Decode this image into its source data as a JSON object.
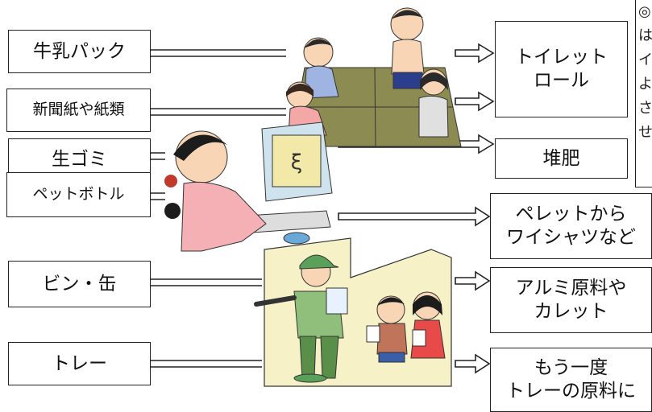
{
  "sources": [
    {
      "label": "牛乳パック"
    },
    {
      "label": "新聞紙や紙類"
    },
    {
      "label": "生ゴミ"
    },
    {
      "label": "ペットボトル"
    },
    {
      "label": "ビン・缶"
    },
    {
      "label": "トレー"
    }
  ],
  "destinations": [
    {
      "line1": "トイレット",
      "line2": "ロール"
    },
    {
      "line1": "堆肥",
      "line2": ""
    },
    {
      "line1": "ペレットから",
      "line2": "ワイシャツなど"
    },
    {
      "line1": "アルミ原料や",
      "line2": "カレット"
    },
    {
      "line1": "もう一度",
      "line2": "トレーの原料に"
    }
  ],
  "side_note": {
    "text": "◎\nは\nイ\nよ\nさ\nせ"
  },
  "colors": {
    "line": "#222222",
    "background": "#ffffff"
  }
}
